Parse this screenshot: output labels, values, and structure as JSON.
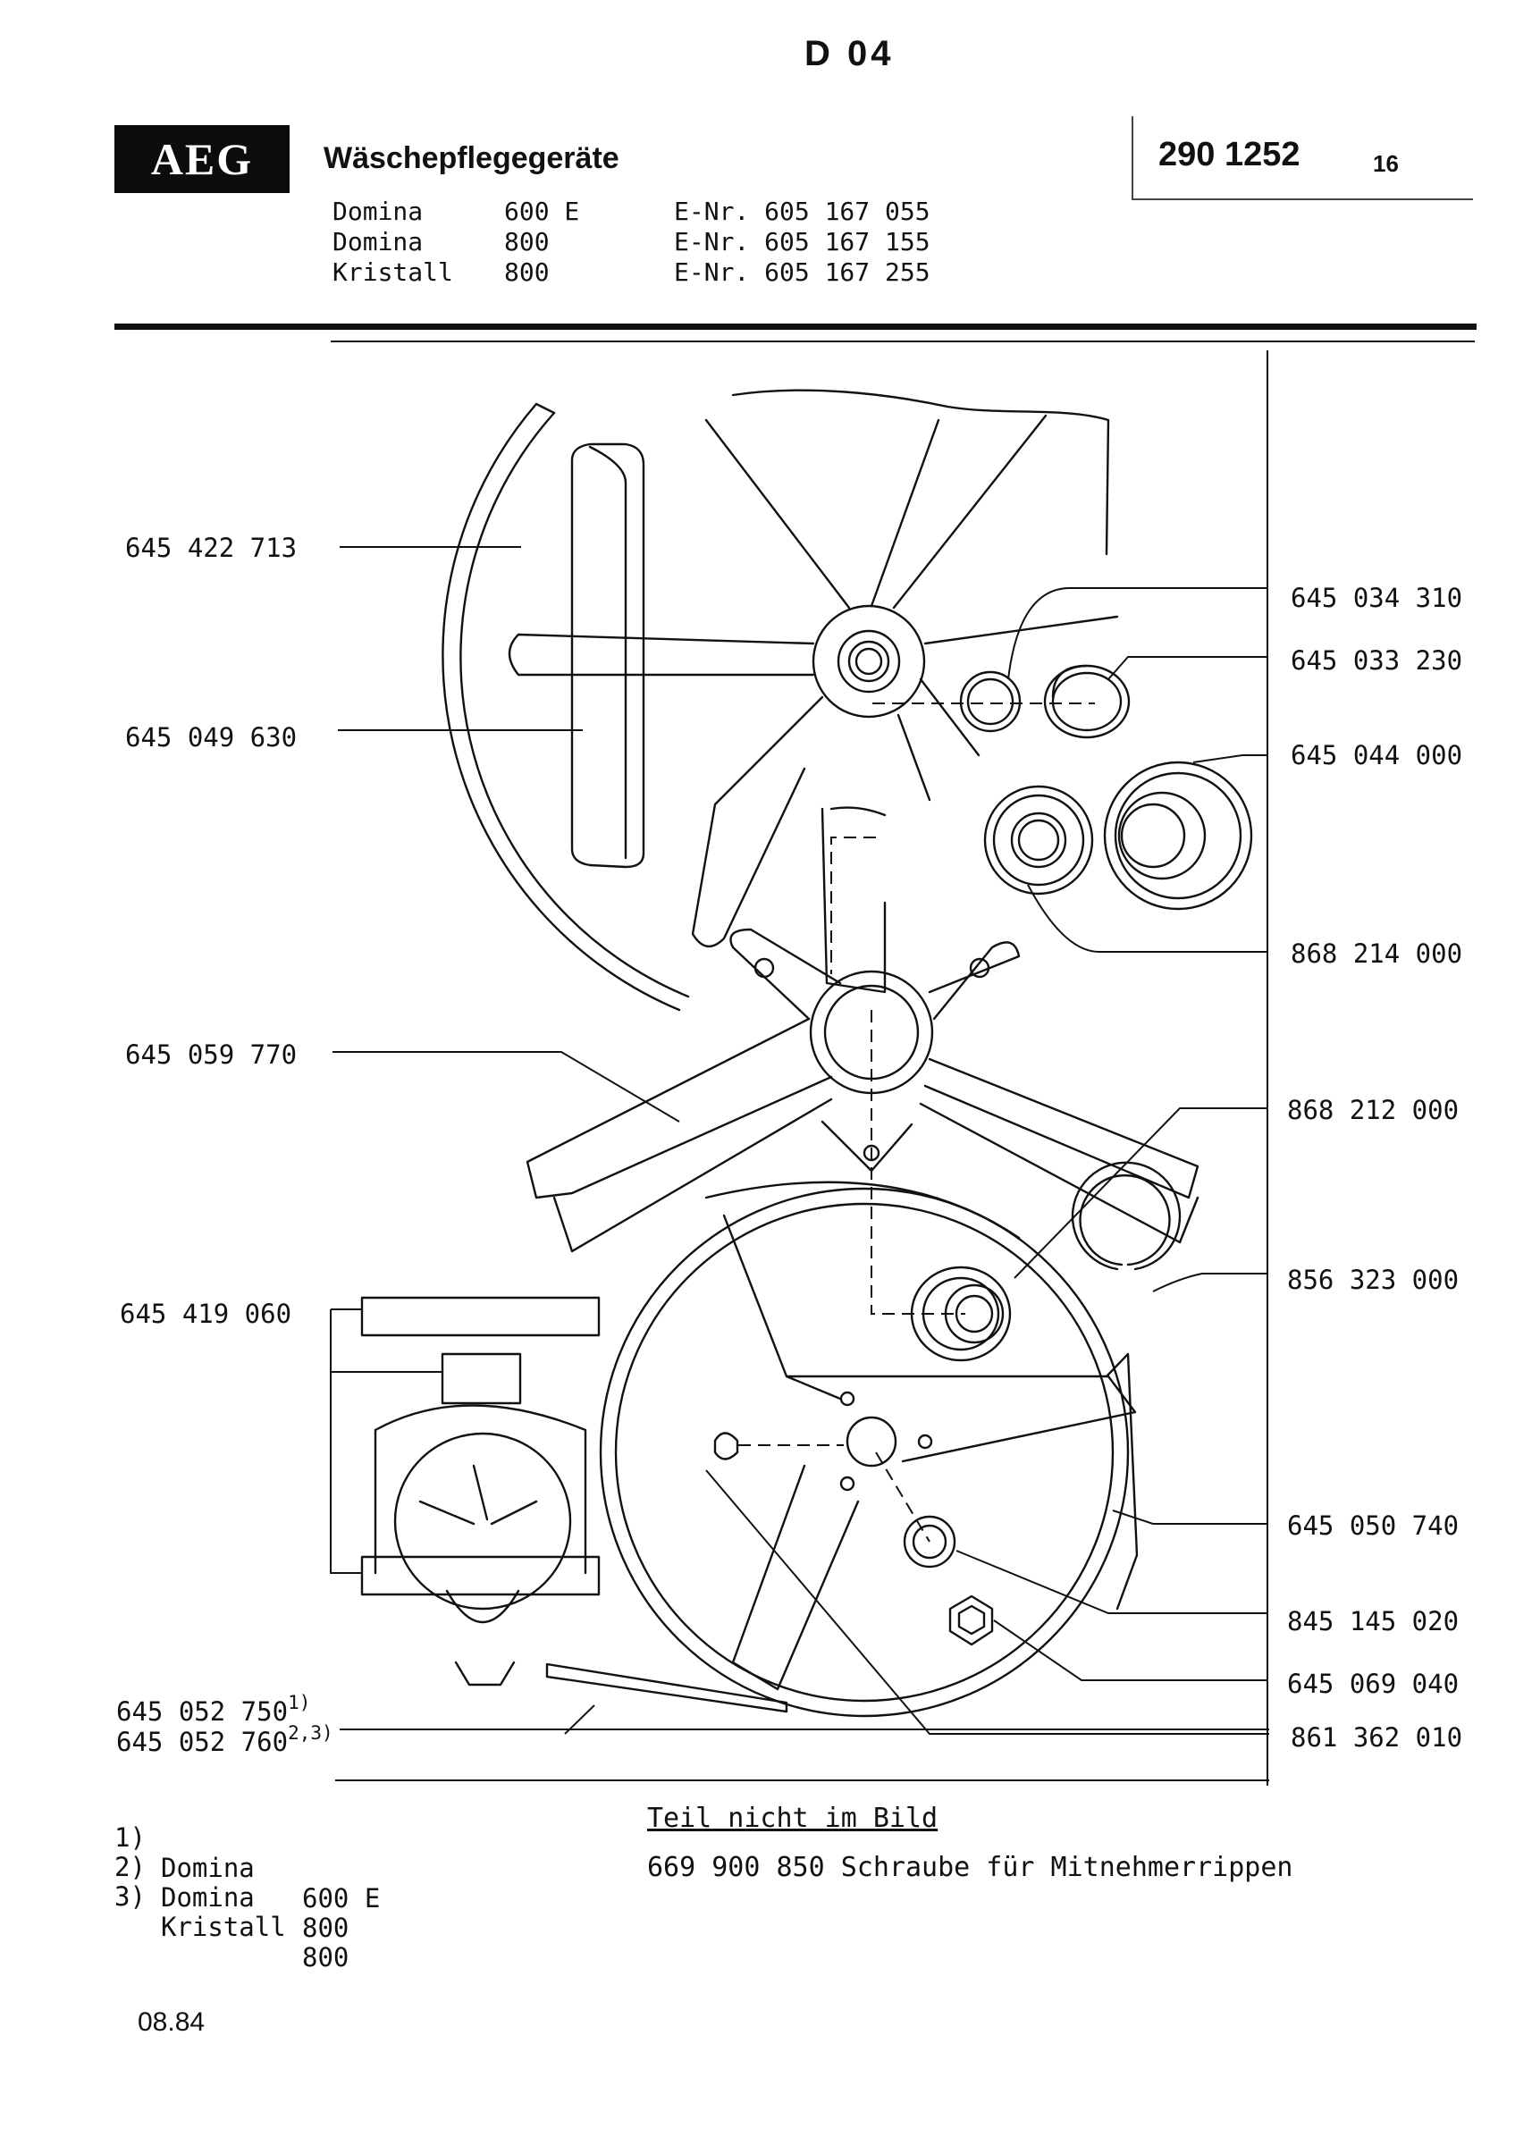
{
  "header": {
    "sheet_code": "D 04",
    "brand": "AEG",
    "title": "Wäschepflegegeräte",
    "doc_number": "290 1252",
    "doc_suffix": "16"
  },
  "models": [
    {
      "name": "Domina",
      "variant": "600 E",
      "enr": "E-Nr. 605 167 055"
    },
    {
      "name": "Domina",
      "variant": "800",
      "enr": "E-Nr. 605 167 155"
    },
    {
      "name": "Kristall",
      "variant": "800",
      "enr": "E-Nr. 605 167 255"
    }
  ],
  "part_labels": {
    "p1": "645 422 713",
    "p2": "645 049 630",
    "p3": "645 059 770",
    "p4": "645 419 060",
    "p5a": "645 052 750",
    "p5a_note": "1)",
    "p5b": "645 052 760",
    "p5b_note": "2,3)",
    "r1": "645 034 310",
    "r2": "645 033 230",
    "r3": "645 044 000",
    "r4": "868 214 000",
    "r5": "868 212 000",
    "r6": "856 323 000",
    "r7": "645 050 740",
    "r8": "845 145 020",
    "r9": "645 069 040",
    "r10": "861 362 010"
  },
  "footnotes": [
    {
      "num": "1)",
      "name": "Domina",
      "variant": "600 E"
    },
    {
      "num": "2)",
      "name": "Domina",
      "variant": "800"
    },
    {
      "num": "3)",
      "name": "Kristall",
      "variant": "800"
    }
  ],
  "not_in_picture": {
    "heading": "Teil nicht im Bild",
    "item": "669 900 850 Schraube für Mitnehmerrippen"
  },
  "date": "08.84"
}
